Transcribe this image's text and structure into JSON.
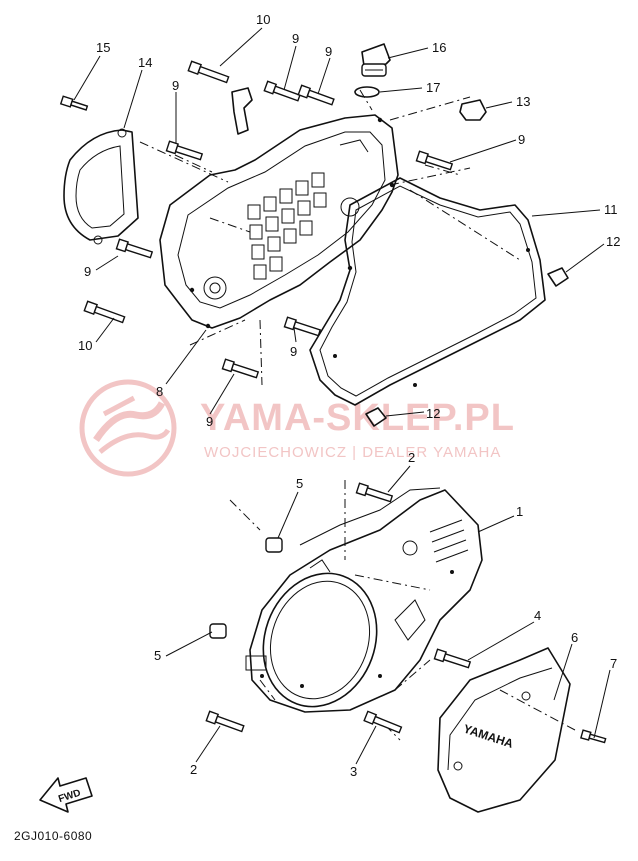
{
  "diagram": {
    "part_code": "2GJ010-6080",
    "fwd_label": "FWD",
    "brand_on_cover": "YAMAHA",
    "callouts": [
      "10",
      "9",
      "9",
      "16",
      "15",
      "14",
      "17",
      "9",
      "13",
      "9",
      "11",
      "9",
      "12",
      "10",
      "9",
      "8",
      "9",
      "12",
      "2",
      "5",
      "1",
      "4",
      "6",
      "7",
      "5",
      "2",
      "3"
    ]
  },
  "watermark": {
    "title": "YAMA-SKLEP.PL",
    "subtitle": "WOJCIECHOWICZ | DEALER YAMAHA",
    "color": "#f2c5c5"
  }
}
